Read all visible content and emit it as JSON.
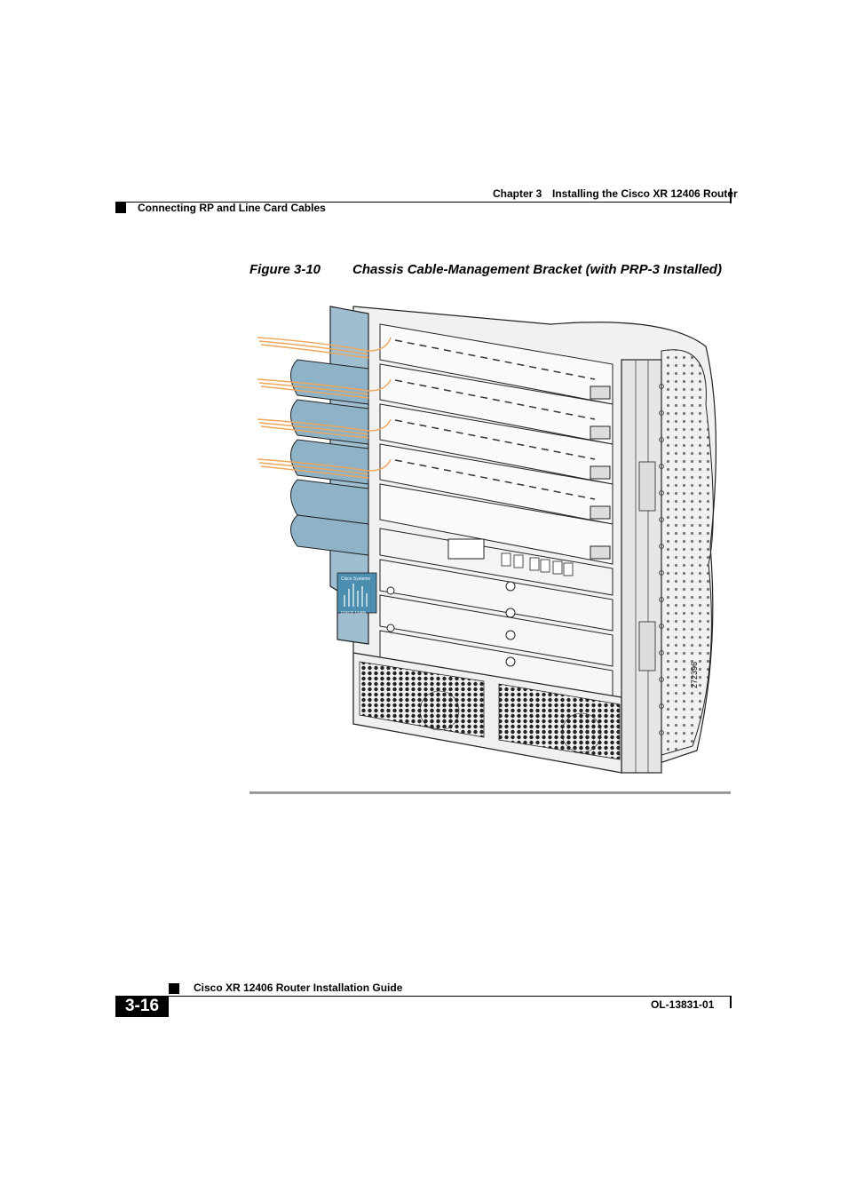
{
  "header": {
    "chapter": "Chapter 3",
    "chapter_title": "Installing the Cisco XR 12406 Router",
    "section": "Connecting RP and Line Card Cables"
  },
  "figure": {
    "number": "Figure 3-10",
    "caption": "Chassis Cable-Management Bracket (with PRP-3 Installed)",
    "art_id": "272396",
    "logo_text": "Cisco Systems",
    "model_text": "CISCO 12406"
  },
  "footer": {
    "page_number": "3-16",
    "guide_title": "Cisco XR 12406 Router Installation Guide",
    "doc_number": "OL-13831-01"
  }
}
